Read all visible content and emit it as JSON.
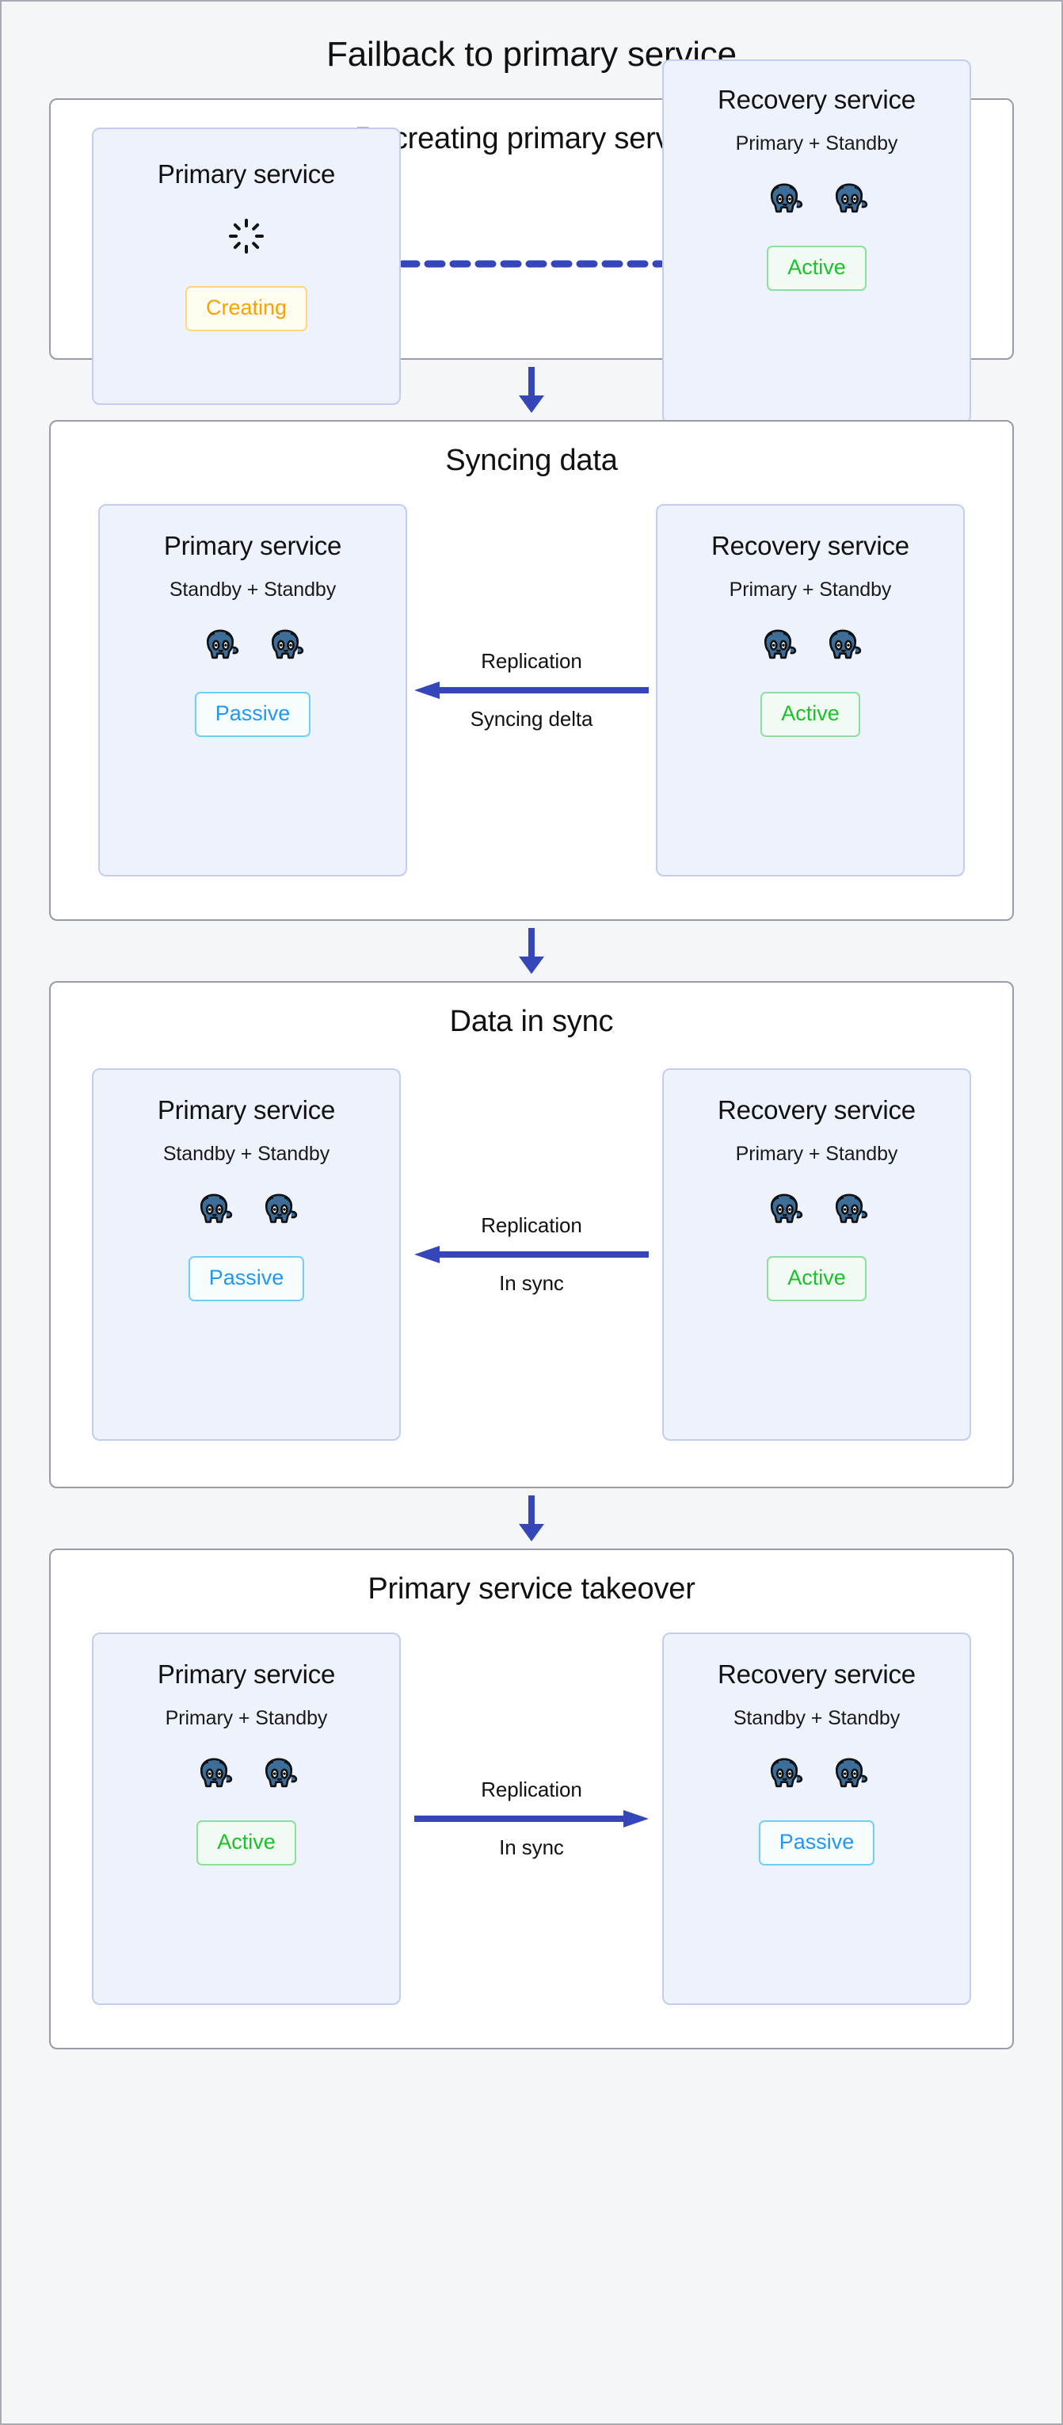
{
  "page": {
    "title": "Failback to primary service",
    "background_color": "#f5f6f8",
    "accent_color": "#3546b8"
  },
  "icons": {
    "postgres": "postgres-elephant-icon",
    "spinner": "loading-spinner-icon",
    "step_arrow": "arrow-down-icon"
  },
  "stages": [
    {
      "title": "Recreating primary service",
      "left": {
        "title": "Primary service",
        "subtitle": "",
        "show_spinner": true,
        "node_count": 0,
        "badge": "Creating",
        "badge_kind": "creating"
      },
      "connector": {
        "style": "dashed",
        "direction": "none",
        "label_top": "",
        "label_bottom": ""
      },
      "right": {
        "title": "Recovery service",
        "subtitle": "Primary + Standby",
        "show_spinner": false,
        "node_count": 2,
        "badge": "Active",
        "badge_kind": "active"
      }
    },
    {
      "title": "Syncing data",
      "left": {
        "title": "Primary service",
        "subtitle": "Standby + Standby",
        "show_spinner": false,
        "node_count": 2,
        "badge": "Passive",
        "badge_kind": "passive"
      },
      "connector": {
        "style": "solid",
        "direction": "left",
        "label_top": "Replication",
        "label_bottom": "Syncing delta"
      },
      "right": {
        "title": "Recovery service",
        "subtitle": "Primary + Standby",
        "show_spinner": false,
        "node_count": 2,
        "badge": "Active",
        "badge_kind": "active"
      }
    },
    {
      "title": "Data in sync",
      "left": {
        "title": "Primary service",
        "subtitle": "Standby + Standby",
        "show_spinner": false,
        "node_count": 2,
        "badge": "Passive",
        "badge_kind": "passive"
      },
      "connector": {
        "style": "solid",
        "direction": "left",
        "label_top": "Replication",
        "label_bottom": "In sync"
      },
      "right": {
        "title": "Recovery service",
        "subtitle": "Primary + Standby",
        "show_spinner": false,
        "node_count": 2,
        "badge": "Active",
        "badge_kind": "active"
      }
    },
    {
      "title": "Primary service takeover",
      "left": {
        "title": "Primary service",
        "subtitle": "Primary + Standby",
        "show_spinner": false,
        "node_count": 2,
        "badge": "Active",
        "badge_kind": "active"
      },
      "connector": {
        "style": "solid",
        "direction": "right",
        "label_top": "Replication",
        "label_bottom": "In sync"
      },
      "right": {
        "title": "Recovery service",
        "subtitle": "Standby + Standby",
        "show_spinner": false,
        "node_count": 2,
        "badge": "Passive",
        "badge_kind": "passive"
      }
    }
  ]
}
